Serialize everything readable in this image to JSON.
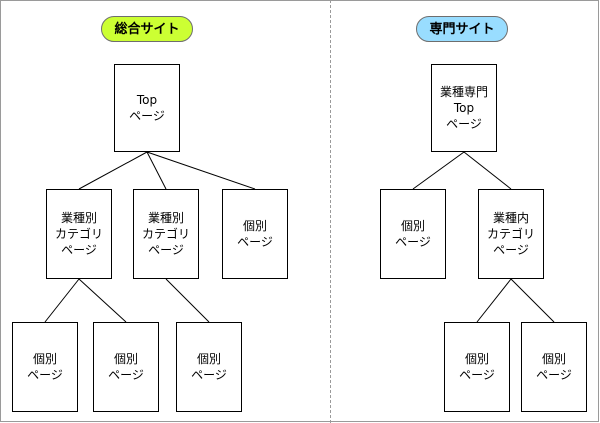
{
  "colors": {
    "general_pill": "#ccff33",
    "specialty_pill": "#99ddff",
    "line": "#000000"
  },
  "sites": {
    "general": {
      "title": "総合サイト",
      "top": "Top\nページ",
      "category_1": "業種別\nカテゴリ\nページ",
      "category_2": "業種別\nカテゴリ\nページ",
      "individual_1": "個別\nページ",
      "individual_2": "個別\nページ",
      "individual_3": "個別\nページ",
      "individual_4": "個別\nページ"
    },
    "specialty": {
      "title": "専門サイト",
      "top": "業種専門\nTop\nページ",
      "individual_1": "個別\nページ",
      "category": "業種内\nカテゴリ\nページ",
      "individual_2": "個別\nページ",
      "individual_3": "個別\nページ"
    }
  }
}
